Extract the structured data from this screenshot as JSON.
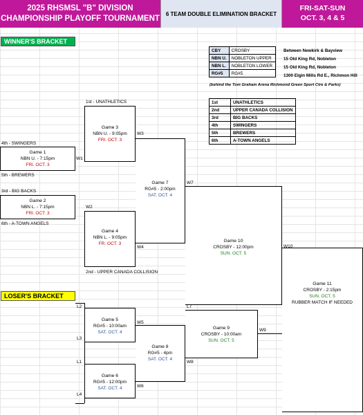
{
  "header": {
    "title_line1": "2025 RHSMSL \"B\" DIVISION",
    "title_line2": "CHAMPIONSHIP PLAYOFF TOURNAMENT",
    "bracket_type": "6 TEAM DOUBLE ELIMINATION BRACKET",
    "days": "FRI-SAT-SUN",
    "dates": "OCT. 3, 4 & 5"
  },
  "sections": {
    "winners": "WINNER'S BRACKET",
    "losers": "LOSER'S BRACKET"
  },
  "locations": [
    {
      "code": "CBY",
      "name": "CROSBY",
      "address": "Between Newkirk & Bayview"
    },
    {
      "code": "NBN U.",
      "name": "NOBLETON UPPER",
      "address": "15 Old King Rd, Nobleton"
    },
    {
      "code": "NBN L.",
      "name": "NOBLETON LOWER",
      "address": "15 Old King Rd, Nobleton"
    },
    {
      "code": "RG#5",
      "name": "RG#5",
      "address": "1300 Elgin Mills Rd E., Richmon Hill"
    }
  ],
  "location_note": "(behind the Tom Graham Arena Richmond Green Sport Ctre & Parks)",
  "standings": [
    {
      "place": "1st",
      "team": "UNATHLETICS"
    },
    {
      "place": "2nd",
      "team": "UPPER CANADA COLLISION"
    },
    {
      "place": "3rd",
      "team": "BIG BACKS"
    },
    {
      "place": "4th",
      "team": "SWINGERS"
    },
    {
      "place": "5th",
      "team": "BREWERS"
    },
    {
      "place": "6th",
      "team": "A-TOWN ANGELS"
    }
  ],
  "seeds": {
    "s1": "1st - UNATHLETICS",
    "s4": "4th - SWINGERS",
    "s5": "5th - BREWERS",
    "s3": "3rd - BIG BACKS",
    "s6": "6th - A-TOWN ANGELS",
    "s2": "2nd - UPPER CANADA COLLISION"
  },
  "games": {
    "g1": {
      "name": "Game 1",
      "info": "NBN U. - 7:15pm",
      "date": "FRI. OCT. 3"
    },
    "g2": {
      "name": "Game 2",
      "info": "NBN L. - 7:15pm",
      "date": "FRI. OCT. 3"
    },
    "g3": {
      "name": "Game 3",
      "info": "NBN U. - 9:05pm",
      "date": "FRI. OCT. 3"
    },
    "g4": {
      "name": "Game 4",
      "info": "NBN L. - 9:05pm",
      "date": "FR. OCT. 3"
    },
    "g5": {
      "name": "Game 5",
      "info": "RG#5 - 10:00am",
      "date": "SAT. OCT. 4"
    },
    "g6": {
      "name": "Game 6",
      "info": "RG#5 - 12:00pm",
      "date": "SAT. OCT. 4"
    },
    "g7": {
      "name": "Game 7",
      "info": "RG#5 - 2:00pm",
      "date": "SAT. OCT. 4"
    },
    "g8": {
      "name": "Game 8",
      "info": "RG#5 - 4pm",
      "date": "SAT. OCT. 4"
    },
    "g9": {
      "name": "Game 9",
      "info": "CROSBY - 10:00am",
      "date": "SUN. OCT. 5"
    },
    "g10": {
      "name": "Game 10",
      "info": "CROSBY - 12:00pm",
      "date": "SUN. OCT. 5"
    },
    "g11": {
      "name": "Game 11",
      "info": "CROSBY - 2:15pm",
      "date": "SUN. OCT. 5",
      "note": "RUBBER MATCH IF NEEDED"
    }
  },
  "links": {
    "w1": "W1",
    "w2": "W2",
    "w3": "W3",
    "w4": "W4",
    "w5": "W5",
    "w6": "W6",
    "w7": "W7",
    "w8": "W8",
    "w9": "W9",
    "w10": "W10",
    "l1": "L1",
    "l2": "L2",
    "l3": "L3",
    "l4": "L4",
    "l7": "L7"
  }
}
